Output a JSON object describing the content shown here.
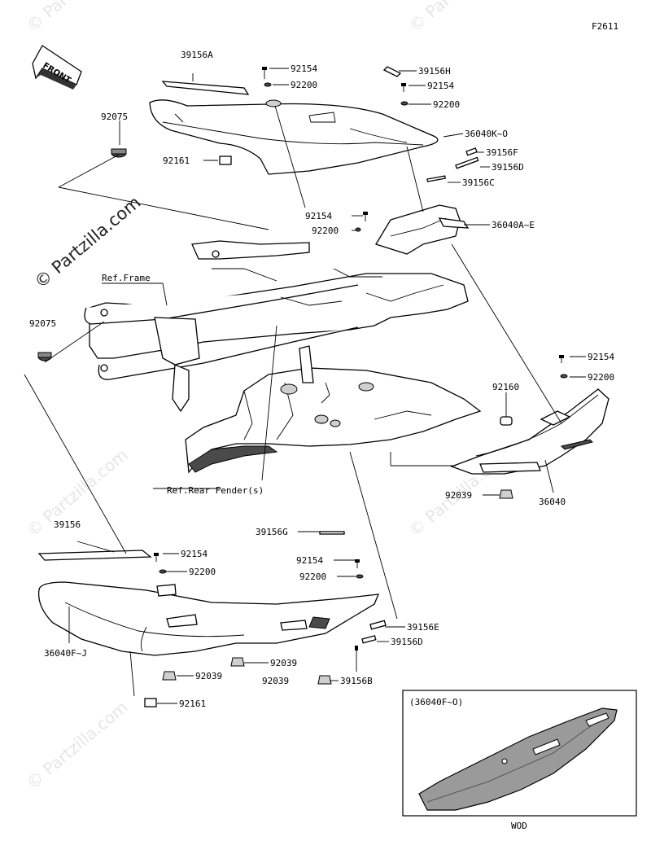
{
  "figure_code": "F2611",
  "front_arrow_label": "FRONT",
  "watermark": "© Partzilla.com",
  "inset": {
    "title": "(36040F~O)",
    "caption": "WOD"
  },
  "labels": {
    "p39156A": "39156A",
    "p92154_a": "92154",
    "p92200_a": "92200",
    "p39156H": "39156H",
    "p92154_b": "92154",
    "p92200_b": "92200",
    "p36040KO": "36040K~O",
    "p92075_a": "92075",
    "p92161_a": "92161",
    "p39156F": "39156F",
    "p39156D_a": "39156D",
    "p39156C": "39156C",
    "p92154_c": "92154",
    "p92200_c": "92200",
    "p36040AE": "36040A~E",
    "ref_frame": "Ref.Frame",
    "p92075_b": "92075",
    "p92154_d": "92154",
    "p92200_d": "92200",
    "p92160": "92160",
    "ref_rear_fender": "Ref.Rear Fender(s)",
    "p92039_a": "92039",
    "p36040": "36040",
    "p39156": "39156",
    "p39156G": "39156G",
    "p92154_e": "92154",
    "p92200_e": "92200",
    "p92154_f": "92154",
    "p92200_f": "92200",
    "p36040FJ": "36040F~J",
    "p39156E": "39156E",
    "p39156D_b": "39156D",
    "p92039_b": "92039",
    "p92039_c": "92039",
    "p92039_d": "92039",
    "p39156B": "39156B",
    "p92161_b": "92161"
  }
}
